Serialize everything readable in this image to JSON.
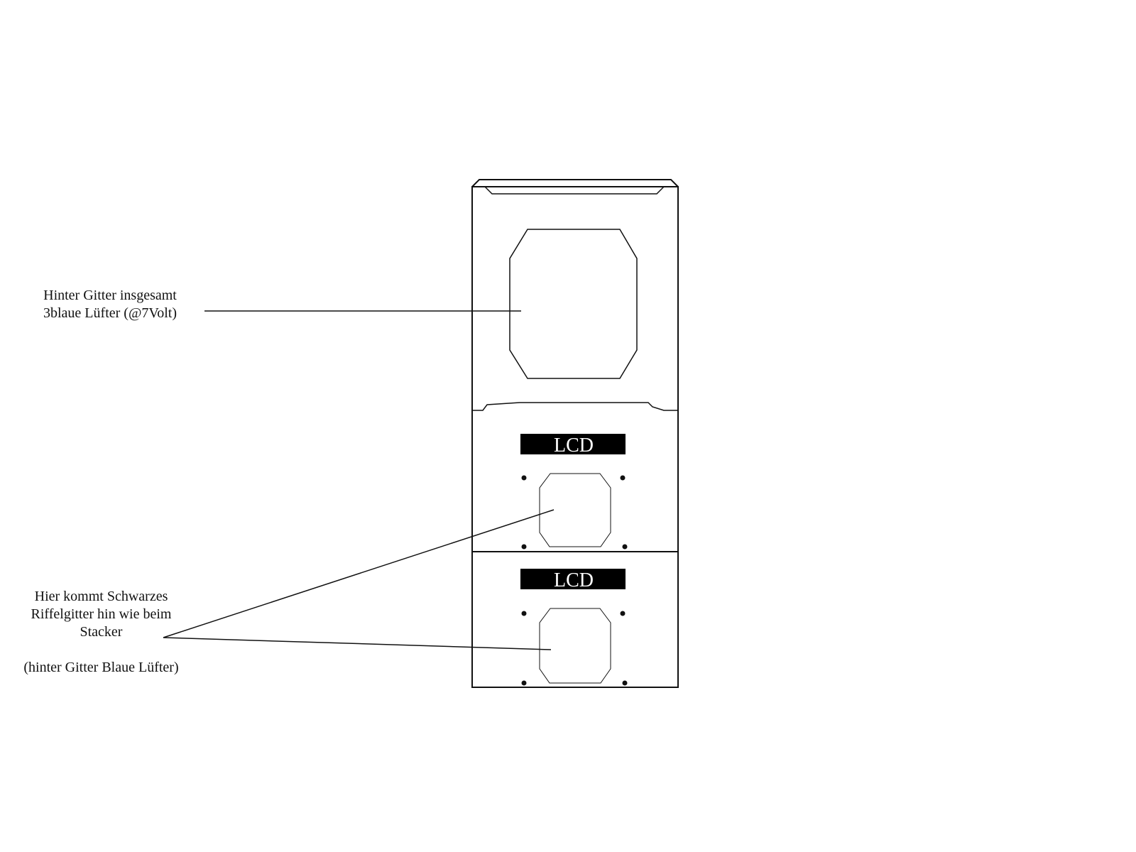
{
  "annotations": {
    "top_note": {
      "line1": "Hinter Gitter insgesamt",
      "line2": "3blaue Lüfter (@7Volt)"
    },
    "bottom_note": {
      "line1": "Hier kommt Schwarzes",
      "line2": "Riffelgitter hin wie beim",
      "line3": "Stacker",
      "line4": "(hinter Gitter Blaue Lüfter)"
    }
  },
  "bays": {
    "lcd_upper_label": "LCD",
    "lcd_lower_label": "LCD"
  },
  "colors": {
    "line": "#111111",
    "lcd_background": "#000000",
    "lcd_text": "#ffffff",
    "background": "#ffffff"
  }
}
